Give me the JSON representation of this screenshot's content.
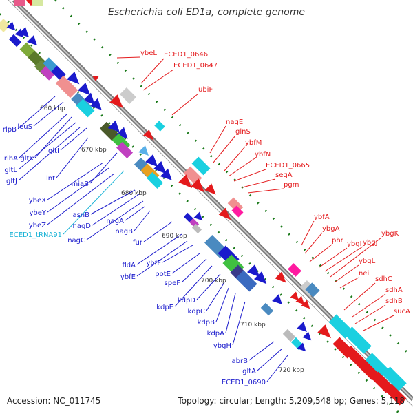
{
  "title": "Escherichia coli ED1a, complete genome",
  "footer": {
    "accession": "Accession: NC_011745",
    "stats": "Topology: circular; Length: 5,209,548 bp; Genes: 5,118"
  },
  "colors": {
    "forward": "#e41a1c",
    "reverse": "#1a1acc",
    "trna": "#19b3d6",
    "backbone": "#888888",
    "tick": "#1a7a1a"
  },
  "ticks": [
    "660 kbp",
    "670 kbp",
    "680 kbp",
    "690 kbp",
    "700 kbp",
    "710 kbp",
    "720 kbp"
  ],
  "labels_forward": [
    "ybeL",
    "ECED1_0646",
    "ECED1_0647",
    "ubiF",
    "nagE",
    "glnS",
    "ybfM",
    "ybfN",
    "ECED1_0665",
    "seqA",
    "pgm",
    "ybfA",
    "ybgA",
    "phr",
    "ybgI",
    "ybgJ",
    "ybgK",
    "ybgL",
    "nei",
    "sdhC",
    "sdhA",
    "sdhB",
    "sucA"
  ],
  "labels_reverse": [
    "rlpB",
    "leuS",
    "rihA",
    "gltK",
    "gltL",
    "gltJ",
    "gltI",
    "lnt",
    "miaB",
    "ybeX",
    "ybeY",
    "ybeZ",
    "ECED1_tRNA91",
    "asnB",
    "nagD",
    "nagC",
    "nagA",
    "nagB",
    "fur",
    "fldA",
    "ybfE",
    "ybfF",
    "potE",
    "speF",
    "kdpE",
    "kdpD",
    "kdpC",
    "kdpB",
    "kdpA",
    "ybgH",
    "abrB",
    "gltA",
    "ECED1_0690"
  ]
}
